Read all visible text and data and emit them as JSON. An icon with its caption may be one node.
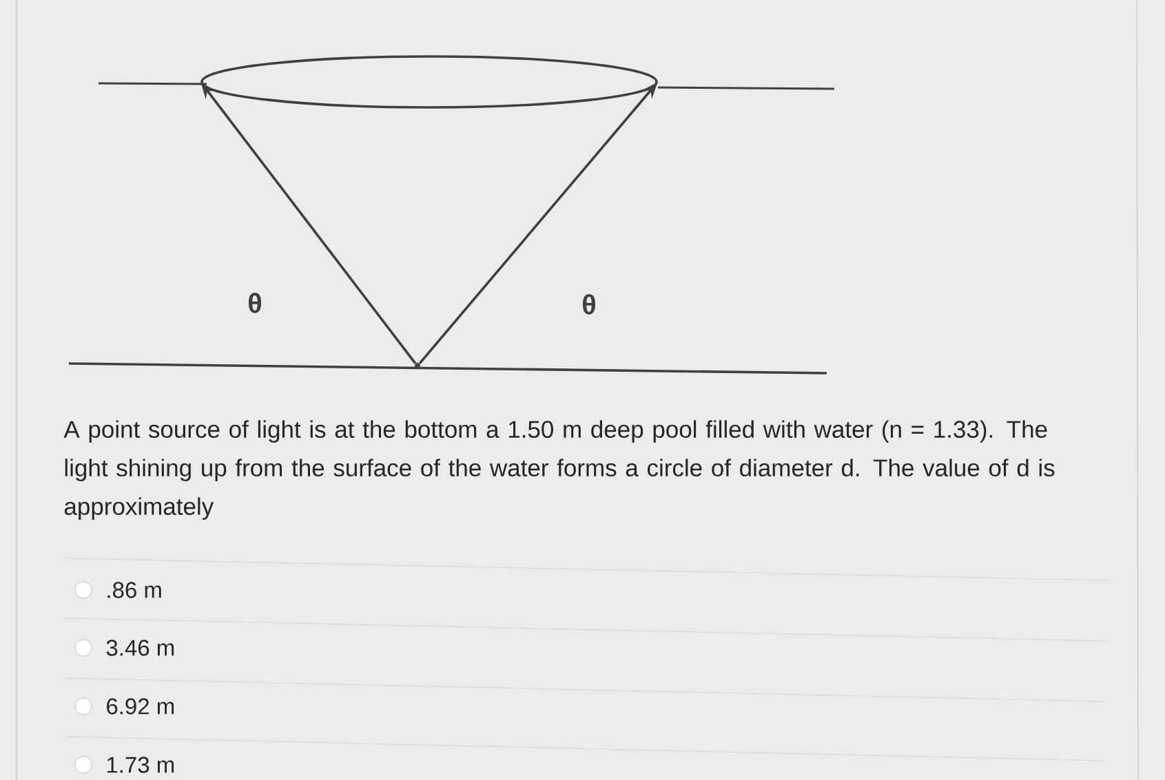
{
  "diagram": {
    "nodes": [
      {
        "text": [],
        "shape": "ellipse"
      },
      {
        "text": [],
        "shape": "point"
      }
    ],
    "edges": [
      {
        "from": 1,
        "to": 0,
        "arrow": "to"
      },
      {
        "from": 1,
        "to": 0,
        "arrow": "to"
      }
    ],
    "labels": [
      "θ",
      "θ",
      "A point source of light is at the bottom a 1.50 m deep pool filled with water (n = 1.33). The light shining up from the surface of the water forms a circle of diameter d. The value of d is approximately",
      ".86 m",
      "3.46 m",
      "6.92 m",
      "1.73 m"
    ]
  }
}
